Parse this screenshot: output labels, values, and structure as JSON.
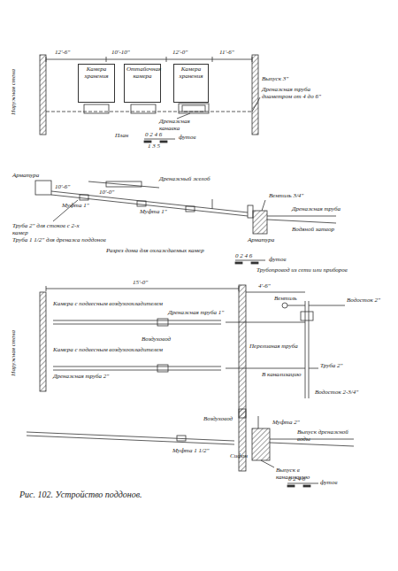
{
  "diagram": {
    "caption": "Рис. 102. Устройство поддонов.",
    "nodes": [
      {
        "text": [
          "Камера хранения"
        ]
      },
      {
        "text": [
          "Оттайочная камера"
        ]
      },
      {
        "text": [
          "Камера хранения"
        ]
      },
      {
        "text": [
          "Камера с подвесным воздухоохладителем"
        ]
      },
      {
        "text": [
          "Камера с подвесным воздухоохладителем"
        ]
      }
    ],
    "labels": [
      "12'-6\"",
      "10'-10\"",
      "12'-0\"",
      "11'-6\"",
      "Наружная стена",
      "Выпуск 3\"",
      "Дренажная труба диаметром от 4 до 6\"",
      "Дренажная канавка",
      "План",
      "0 2 4 6",
      "футов",
      "1 3 5",
      "Арматура",
      "10'-6\"",
      "10'-0\"",
      "Дренажный желоб",
      "Муфта 1\"",
      "Муфта 1\"",
      "Труба 2\" для стоков с 2-х камер",
      "Труба 1 1/2\" для дренажа поддонов",
      "Вентиль 3/4\"",
      "Дренажная труба",
      "Водяной затвор",
      "Арматура",
      "Разрез дома для охлаждаемых камер",
      "0 2 4 6",
      "футов",
      "Трубопровод из сети или приборов",
      "15'-0\"",
      "4'-6\"",
      "Дренажная труба 1\"",
      "Вентиль",
      "Водосток 2\"",
      "Воздуховод",
      "Дренажная труба 2\"",
      "Переливная труба",
      "В канализацию",
      "Труба 2\"",
      "Водосток 2-3/4\"",
      "Наружная стена",
      "Воздуховод",
      "Муфта 2\"",
      "Выпуск дренажной воды",
      "Выпуск в канализацию",
      "Сифон",
      "Муфта 1 1/2\"",
      "0 2 4 6",
      "футов"
    ]
  }
}
